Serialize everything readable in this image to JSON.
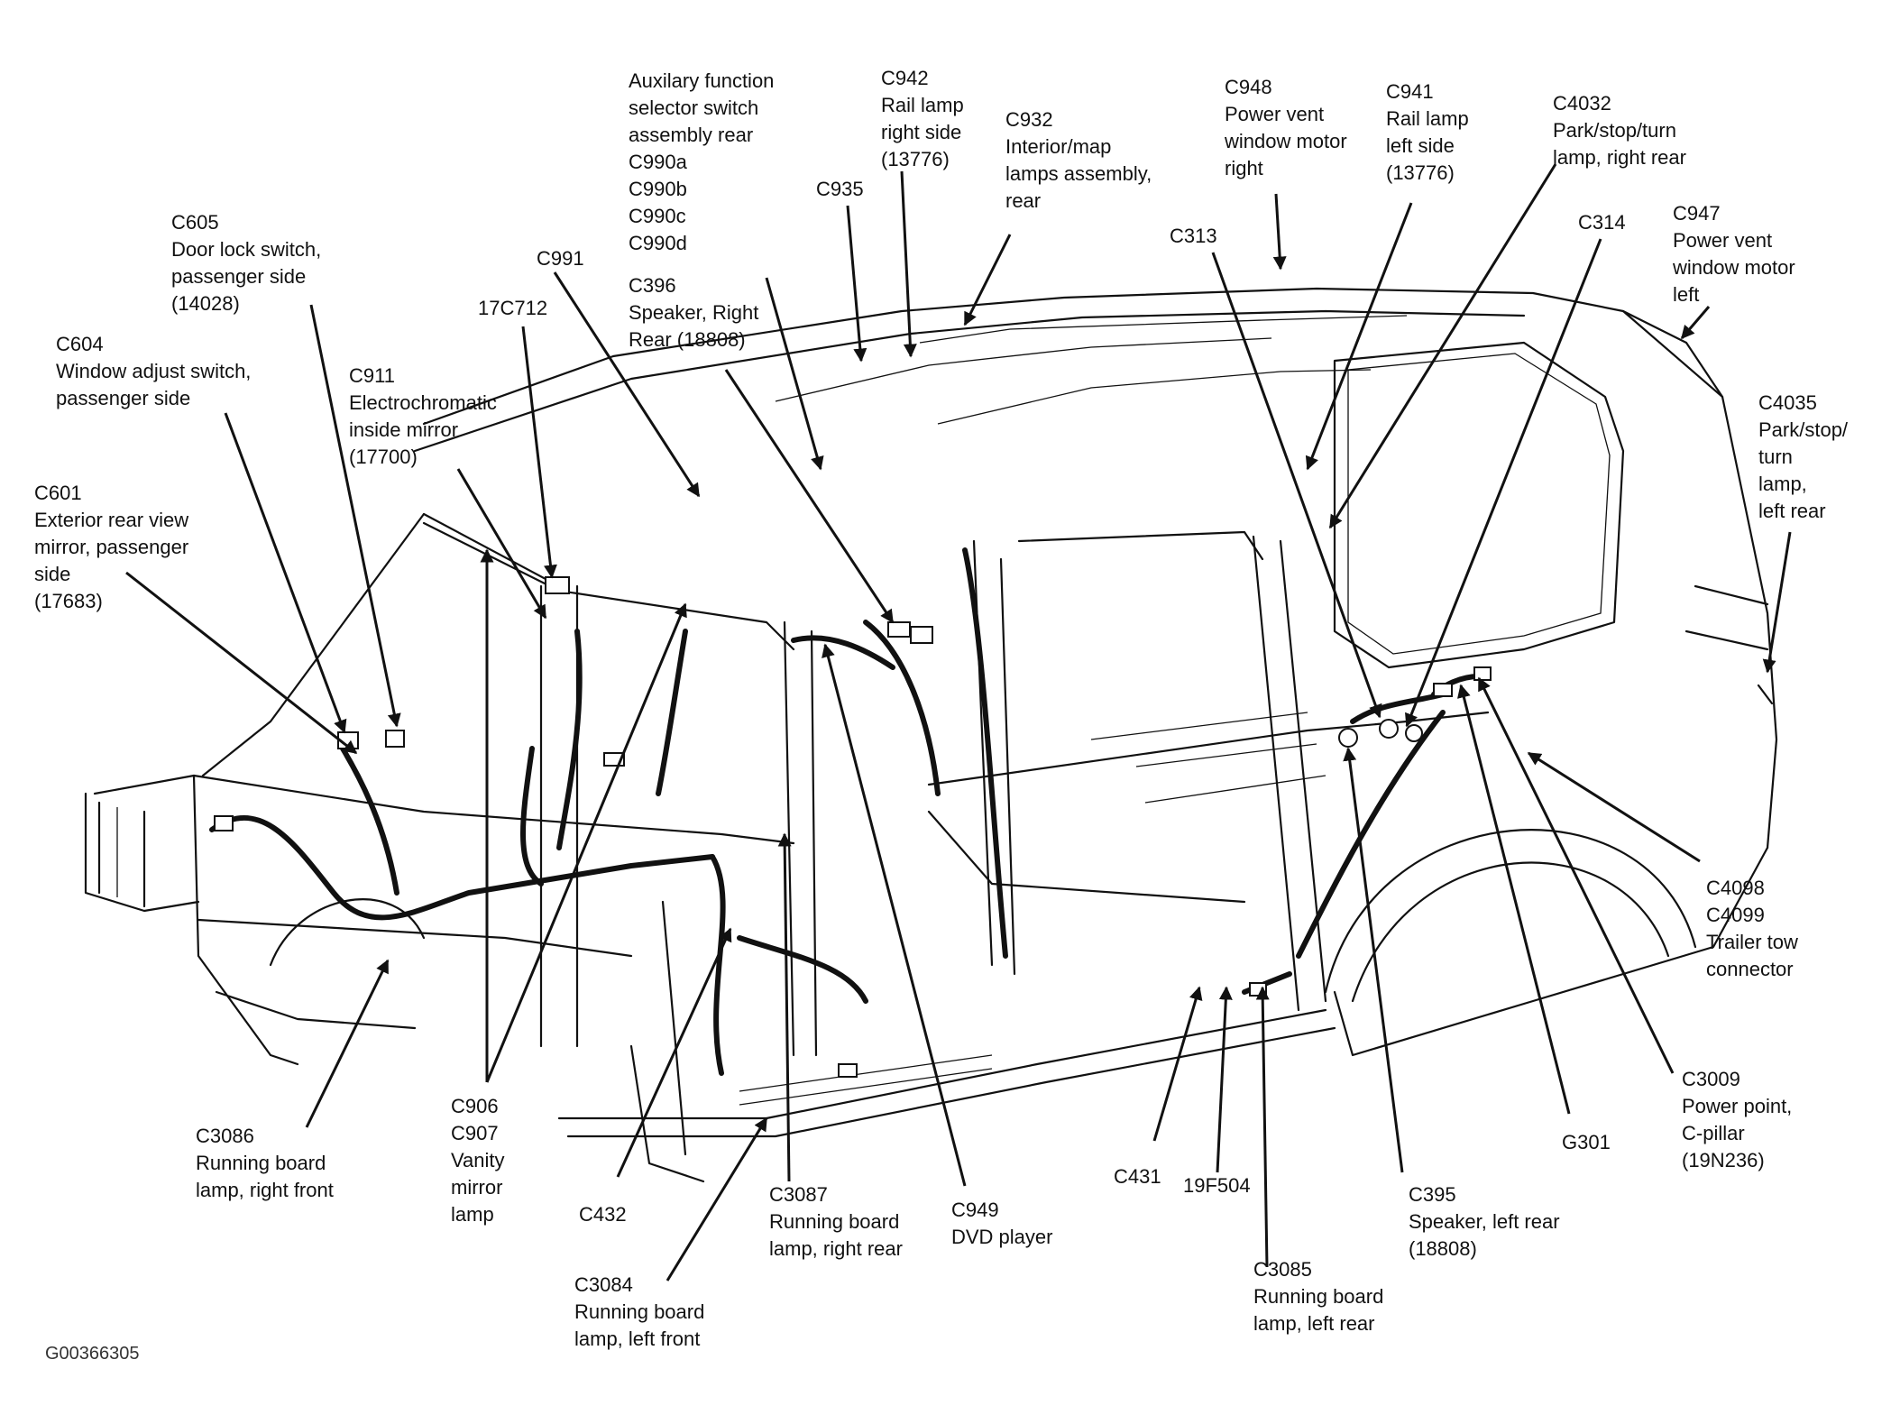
{
  "figure_id": "G00366305",
  "callouts": {
    "c605": "C605\nDoor lock switch,\npassenger side\n(14028)",
    "c604": "C604\nWindow adjust switch,\npassenger side",
    "c601": "C601\nExterior rear view\nmirror, passenger\nside\n(17683)",
    "c911": "C911\nElectrochromatic\ninside mirror\n(17700)",
    "c17c712": "17C712",
    "c991": "C991",
    "aux": "Auxilary function\nselector switch\nassembly rear\nC990a\nC990b\nC990c\nC990d",
    "c396": "C396\nSpeaker, Right\nRear (18808)",
    "c942": "C942\nRail lamp\nright side\n(13776)",
    "c935": "C935",
    "c932": "C932\nInterior/map\nlamps assembly,\nrear",
    "c948": "C948\nPower vent\nwindow motor\nright",
    "c941": "C941\nRail lamp\nleft side\n(13776)",
    "c313": "C313",
    "c4032": "C4032\nPark/stop/turn\nlamp, right rear",
    "c314": "C314",
    "c947": "C947\nPower vent\nwindow motor\nleft",
    "c4035": "C4035\nPark/stop/\nturn\nlamp,\nleft rear",
    "c4098": "C4098\nC4099\nTrailer tow\nconnector",
    "c3009": "C3009\nPower point,\nC-pillar\n(19N236)",
    "g301": "G301",
    "c395": "C395\nSpeaker, left rear\n(18808)",
    "c3085": "C3085\nRunning board\nlamp, left rear",
    "c19f504": "19F504",
    "c431": "C431",
    "c949": "C949\nDVD player",
    "c3087": "C3087\nRunning board\nlamp, right rear",
    "c3084": "C3084\nRunning board\nlamp, left front",
    "c432": "C432",
    "c906": "C906\nC907\nVanity\nmirror\nlamp",
    "c3086": "C3086\nRunning board\nlamp, right front"
  }
}
